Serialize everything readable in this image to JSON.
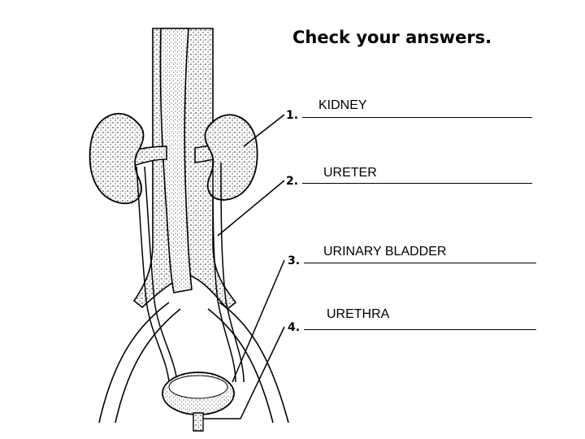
{
  "title": "Check your answers.",
  "items": [
    {
      "number": "1.",
      "answer": "KIDNEY"
    },
    {
      "number": "2.",
      "answer": "URETER"
    },
    {
      "number": "3.",
      "answer": "URINARY BLADDER"
    },
    {
      "number": "4.",
      "answer": "URETHRA"
    }
  ],
  "colors": {
    "ink": "#000000",
    "fill": "#ffffff"
  }
}
